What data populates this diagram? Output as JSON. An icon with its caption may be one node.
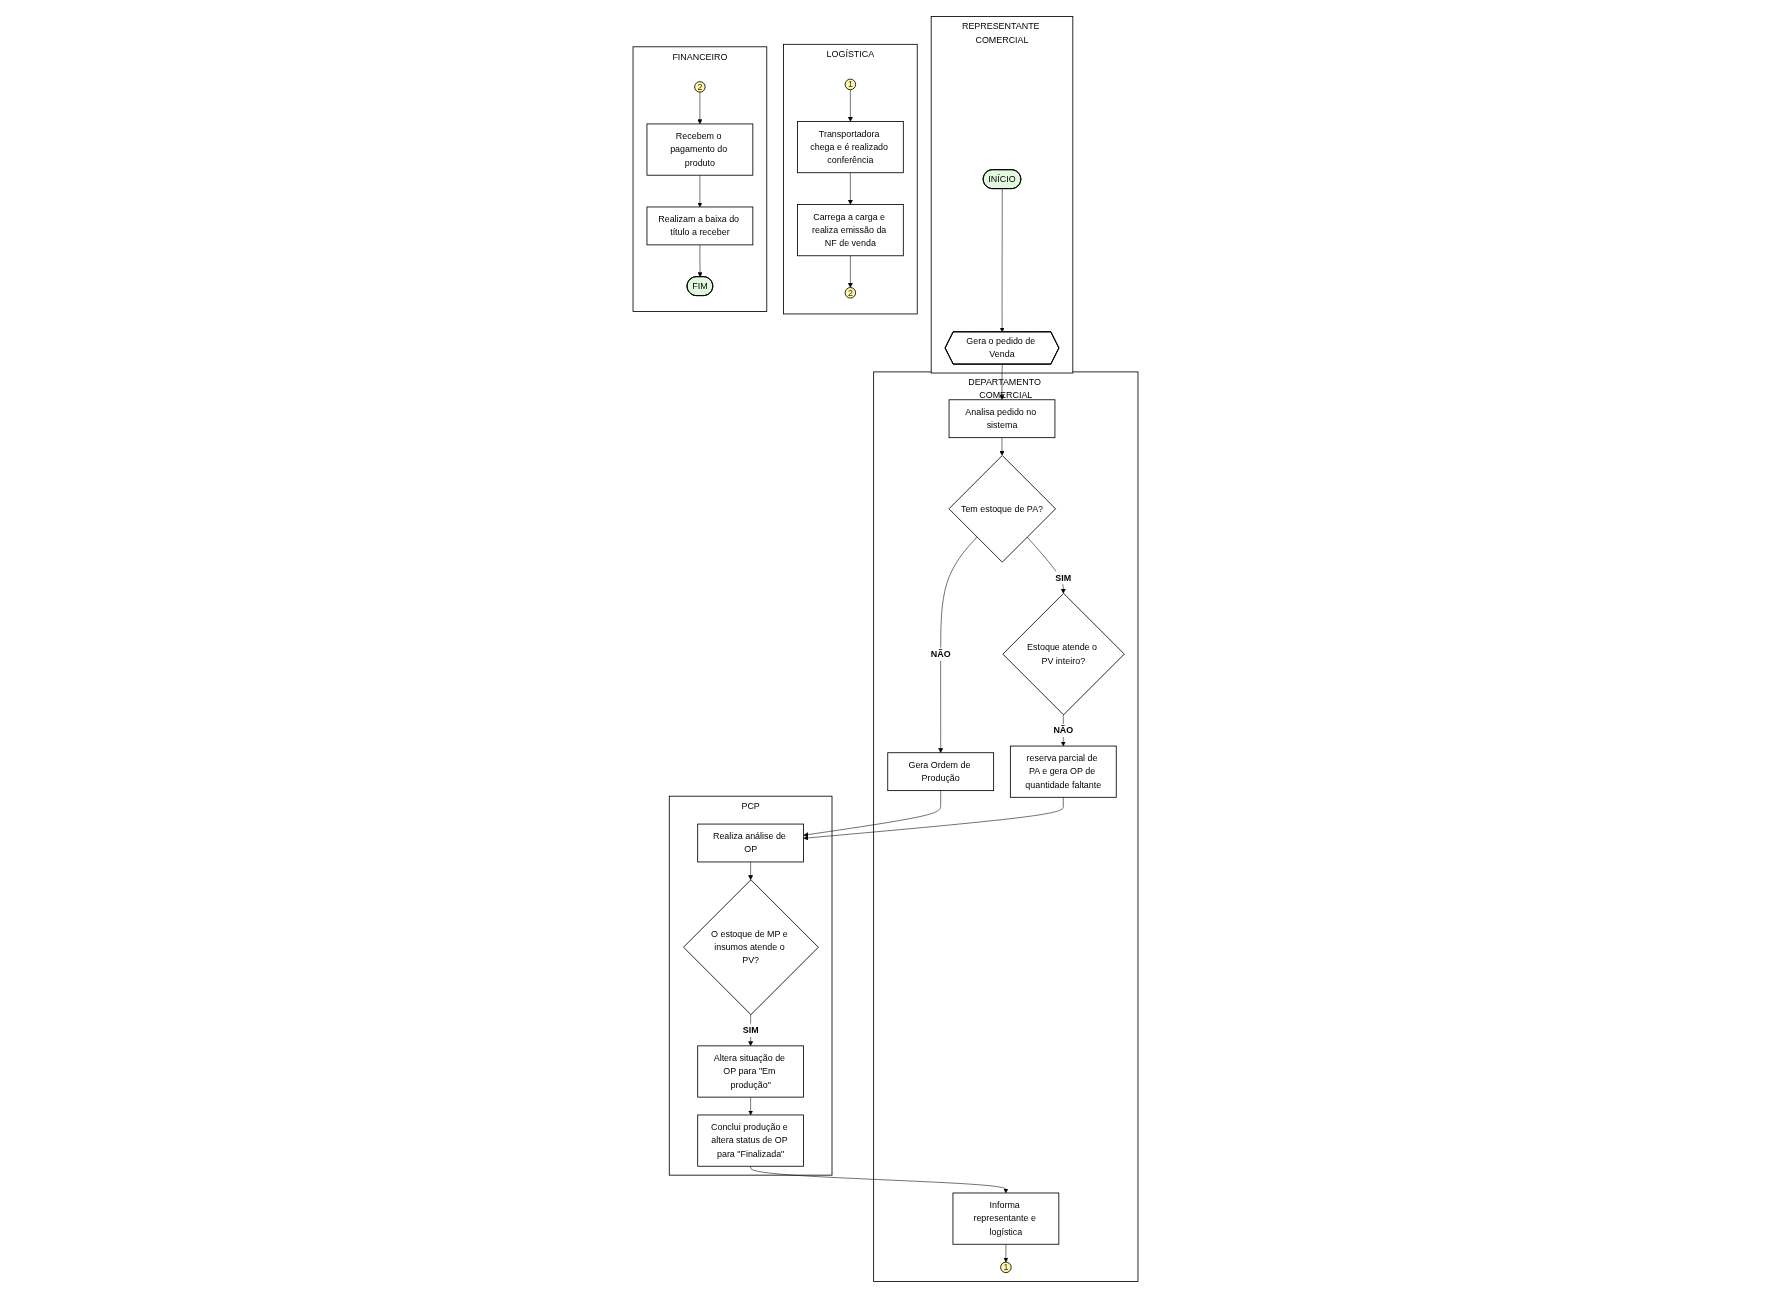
{
  "diagram": {
    "nodes": [
      {
        "text": [
          "REPRESENTANTE COMERCIAL"
        ]
      },
      {
        "text": [
          "INÍCIO"
        ],
        "in": 0
      },
      {
        "text": [
          "Gera o pedido de Venda"
        ],
        "in": 0
      },
      {
        "text": [
          "DEPARTAMENTO COMERCIAL"
        ]
      },
      {
        "text": [
          "Analisa pedido no sistema"
        ],
        "in": 3
      },
      {
        "text": [
          "Tem estoque de PA?"
        ],
        "in": 3
      },
      {
        "text": [
          "Gera Ordem de Produção"
        ],
        "in": 3
      },
      {
        "text": [
          "Estoque atende o PV inteiro?"
        ],
        "in": 3
      },
      {
        "text": [
          "reserva parcial de PA e gera OP de quantidade faltante"
        ],
        "in": 3
      },
      {
        "text": [
          "Informa representante e logística"
        ],
        "in": 3
      },
      {
        "text": [
          "1"
        ],
        "in": 3
      },
      {
        "text": [
          "PCP"
        ]
      },
      {
        "text": [
          "Realiza análise de OP"
        ],
        "in": 11
      },
      {
        "text": [
          "O estoque de MP e insumos atende o PV?"
        ],
        "in": 11
      },
      {
        "text": [
          "Altera situação de OP para \"Em produção\""
        ],
        "in": 11
      },
      {
        "text": [
          "Conclui produção e altera status de OP para \"Finalizada\""
        ],
        "in": 11
      },
      {
        "text": [
          "LOGÍSTICA"
        ]
      },
      {
        "text": [
          "1"
        ],
        "in": 16
      },
      {
        "text": [
          "Transportadora chega e é realizado conferência"
        ],
        "in": 16
      },
      {
        "text": [
          "Carrega a carga e realiza emissão da NF de venda"
        ],
        "in": 16
      },
      {
        "text": [
          "2"
        ],
        "in": 16
      },
      {
        "text": [
          "FINANCEIRO"
        ]
      },
      {
        "text": [
          "2"
        ],
        "in": 21
      },
      {
        "text": [
          "Recebem o pagamento do produto"
        ],
        "in": 21
      },
      {
        "text": [
          "Realizam a baixa do título a receber"
        ],
        "in": 21
      },
      {
        "text": [
          "FIM"
        ],
        "in": 21
      }
    ],
    "edges": [
      {
        "from": 1,
        "to": 2,
        "arrow": "to"
      },
      {
        "from": 2,
        "to": 4,
        "arrow": "to"
      },
      {
        "from": 4,
        "to": 5,
        "arrow": "to"
      },
      {
        "from": 5,
        "to": 6,
        "arrow": "to",
        "label": "NÃO"
      },
      {
        "from": 5,
        "to": 7,
        "arrow": "to",
        "label": "SIM"
      },
      {
        "from": 7,
        "to": 8,
        "arrow": "to",
        "label": "NÃO"
      },
      {
        "from": 6,
        "to": 12,
        "arrow": "to"
      },
      {
        "from": 8,
        "to": 12,
        "arrow": "to"
      },
      {
        "from": 12,
        "to": 13,
        "arrow": "to"
      },
      {
        "from": 13,
        "to": 14,
        "arrow": "to",
        "label": "SIM"
      },
      {
        "from": 14,
        "to": 15,
        "arrow": "to"
      },
      {
        "from": 15,
        "to": 9,
        "arrow": "to"
      },
      {
        "from": 9,
        "to": 10,
        "arrow": "to"
      },
      {
        "from": 17,
        "to": 18,
        "arrow": "to"
      },
      {
        "from": 18,
        "to": 19,
        "arrow": "to"
      },
      {
        "from": 19,
        "to": 20,
        "arrow": "to"
      },
      {
        "from": 22,
        "to": 23,
        "arrow": "to"
      },
      {
        "from": 23,
        "to": 24,
        "arrow": "to"
      },
      {
        "from": 24,
        "to": 25,
        "arrow": "to"
      }
    ]
  }
}
